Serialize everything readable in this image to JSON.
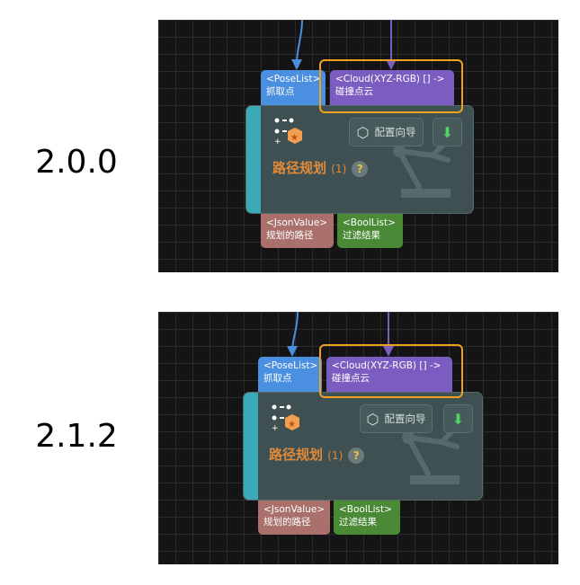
{
  "versions": [
    {
      "label": "2.0.0",
      "node": {
        "inputs": [
          {
            "type": "<PoseList>",
            "name": "抓取点"
          },
          {
            "type": "<Cloud(XYZ-RGB) [] ->",
            "name": "碰撞点云"
          }
        ],
        "title": "路径规划",
        "count": "(1)",
        "help": "?",
        "config_label": "配置向导",
        "outputs": [
          {
            "type": "<JsonValue>",
            "name": "规划的路径"
          },
          {
            "type": "<BoolList>",
            "name": "过滤结果"
          }
        ]
      }
    },
    {
      "label": "2.1.2",
      "node": {
        "inputs": [
          {
            "type": "<PoseList>",
            "name": "抓取点"
          },
          {
            "type": "<Cloud(XYZ-RGB) [] ->",
            "name": "碰撞点云"
          }
        ],
        "title": "路径规划",
        "count": "(1)",
        "help": "?",
        "config_label": "配置向导",
        "outputs": [
          {
            "type": "<JsonValue>",
            "name": "规划的路径"
          },
          {
            "type": "<BoolList>",
            "name": "过滤结果"
          }
        ]
      }
    }
  ],
  "colors": {
    "highlight": "#f0a020",
    "pose": "#4a8fe0",
    "cloud": "#7b5cc0",
    "json": "#a9706c",
    "bool": "#4a8a36",
    "stripe": "#3aa9b8",
    "title": "#e08a3a"
  }
}
